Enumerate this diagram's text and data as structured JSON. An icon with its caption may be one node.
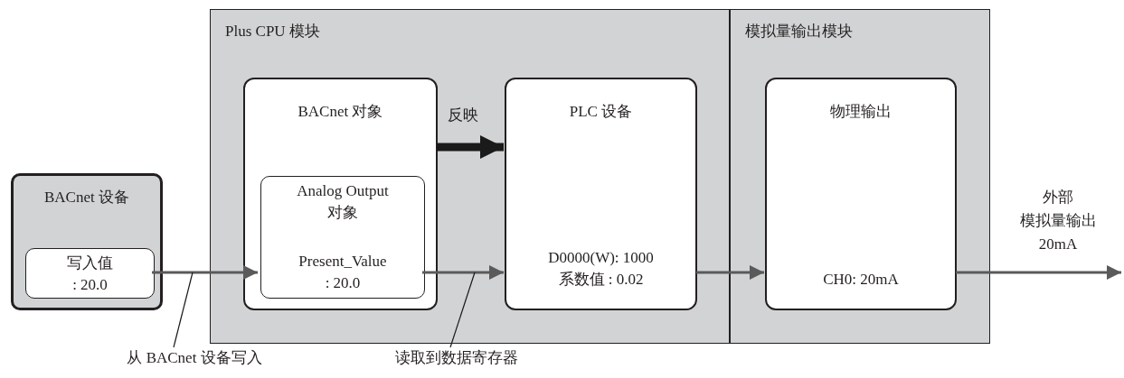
{
  "diagram": {
    "nodes": [
      {
        "text": [
          "BACnet 设备"
        ]
      },
      {
        "text": [
          "写入值 : 20.0"
        ],
        "in": 0
      },
      {
        "text": [
          "Plus CPU 模块"
        ]
      },
      {
        "text": [
          "BACnet 对象"
        ],
        "in": 2
      },
      {
        "text": [
          "Analog Output 对象",
          "Present_Value : 20.0"
        ],
        "in": 3
      },
      {
        "text": [
          "PLC 设备",
          "D0000(W): 1000 系数值 : 0.02"
        ],
        "in": 2
      },
      {
        "text": [
          "模拟量输出模块"
        ]
      },
      {
        "text": [
          "物理输出",
          "CH0: 20mA"
        ],
        "in": 6
      },
      {
        "text": [
          "从 BACnet 设备写入"
        ]
      },
      {
        "text": [
          "读取到数据寄存器"
        ]
      }
    ],
    "edges": [
      {
        "from": 1,
        "to": 4,
        "arrow": "to"
      },
      {
        "from": 3,
        "to": 5,
        "arrow": "to",
        "label": "反映",
        "style": "thick",
        "color": "#1a1a1a"
      },
      {
        "from": 4,
        "to": 5,
        "arrow": "to"
      },
      {
        "from": 5,
        "to": 7,
        "arrow": "to"
      },
      {
        "from": 7,
        "to": null,
        "arrow": "to"
      },
      {
        "from": 8,
        "to": null,
        "arrow": "none",
        "color": "#1a1a1a"
      },
      {
        "from": 9,
        "to": null,
        "arrow": "none",
        "color": "#1a1a1a"
      }
    ],
    "labels": [
      "外部模拟量输出 20mA"
    ]
  }
}
